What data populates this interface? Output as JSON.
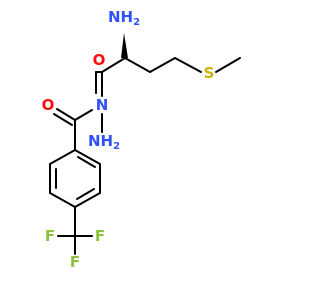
{
  "colors": {
    "bond": "#000000",
    "nitrogen": "#3050F8",
    "oxygen": "#FF0D0D",
    "sulfur": "#C8B400",
    "fluorine": "#8FC040"
  },
  "atoms": {
    "amine_top": {
      "text": "NH",
      "sub": "2",
      "element": "nitrogen"
    },
    "carbonyl_o_upper": {
      "text": "O",
      "element": "oxygen"
    },
    "hydrazide_n": {
      "text": "N",
      "element": "nitrogen"
    },
    "hydrazide_nh2": {
      "text": "NH",
      "sub": "2",
      "element": "nitrogen"
    },
    "carbonyl_o_lower": {
      "text": "O",
      "element": "oxygen"
    },
    "sulfur": {
      "text": "S",
      "element": "sulfur"
    },
    "fluorine_left": {
      "text": "F",
      "element": "fluorine"
    },
    "fluorine_mid": {
      "text": "F",
      "element": "fluorine"
    },
    "fluorine_right": {
      "text": "F",
      "element": "fluorine"
    }
  }
}
